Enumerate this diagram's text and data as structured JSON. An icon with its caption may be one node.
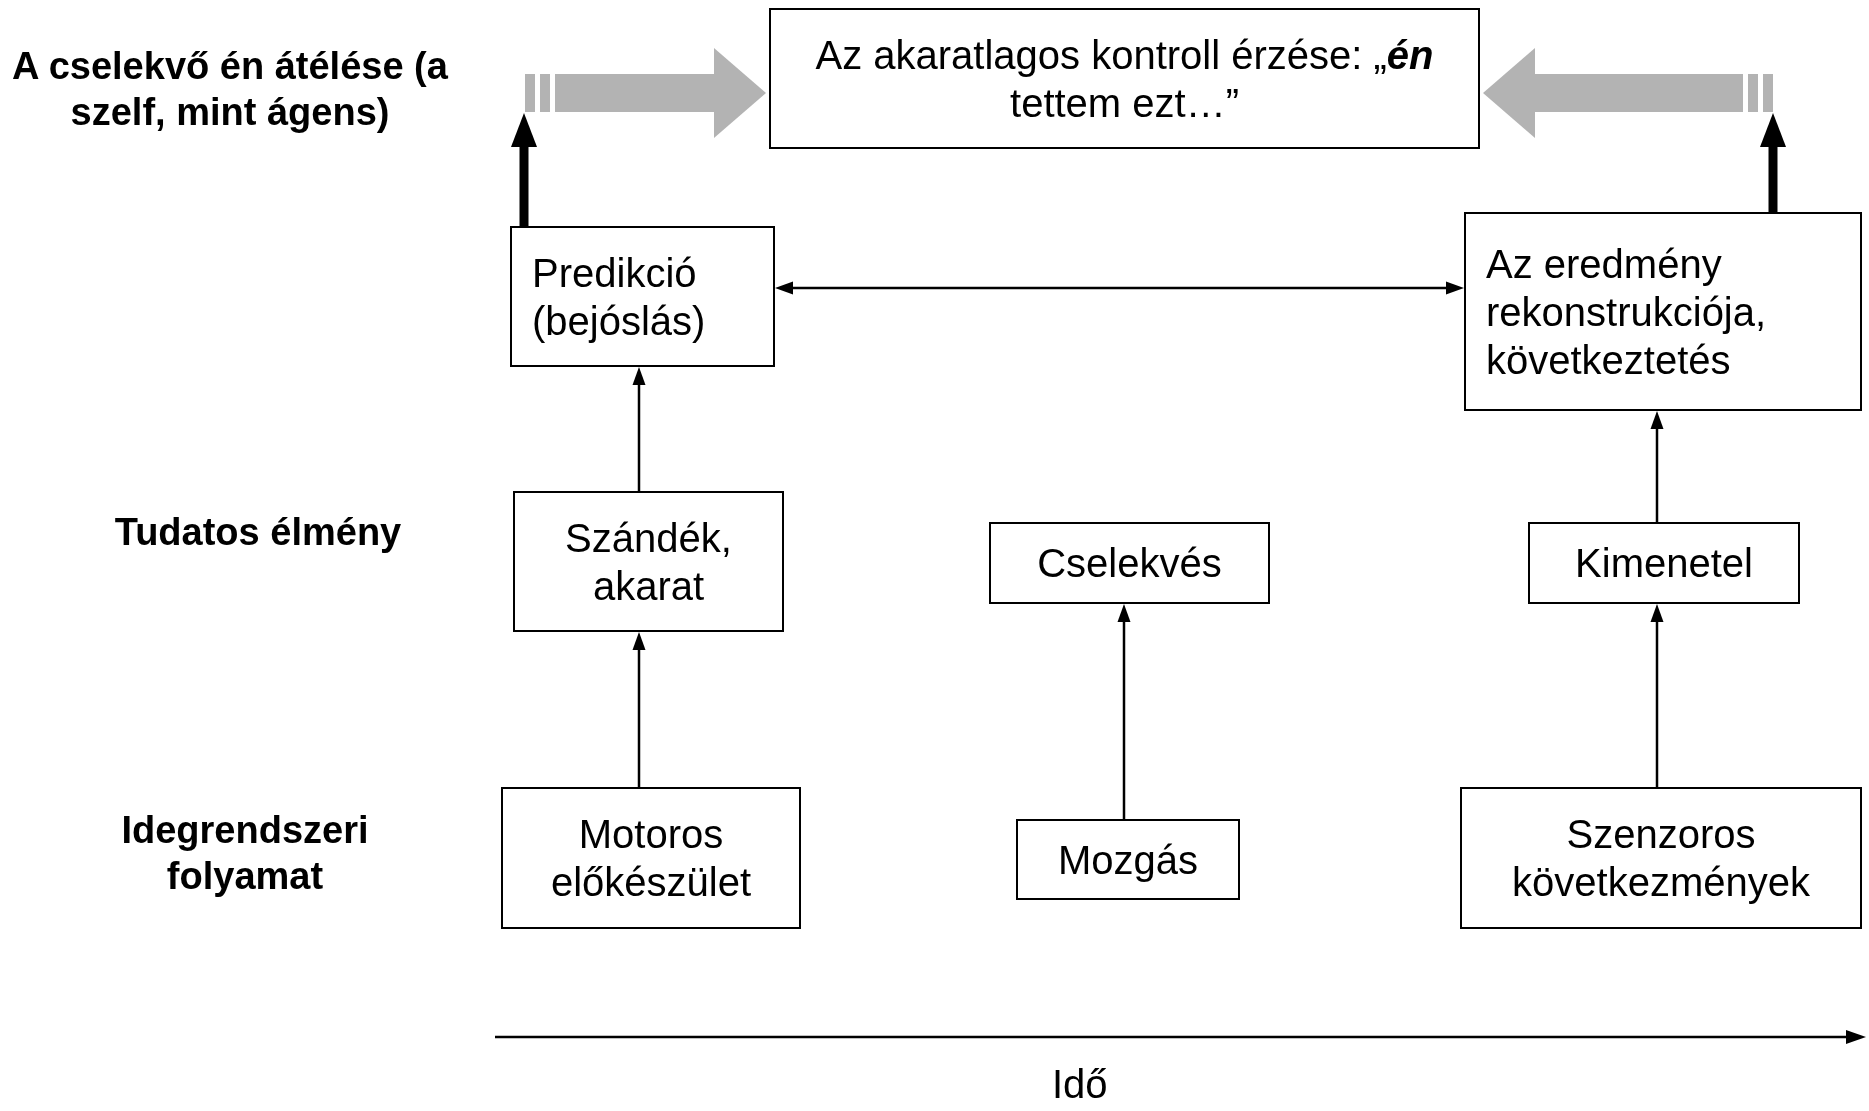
{
  "diagram": {
    "nodes": [
      {
        "text": [
          "Az akaratlagos kontroll érzése: „**én** tettem ezt…”"
        ]
      },
      {
        "text": [
          "Predikció (bejóslás)"
        ]
      },
      {
        "text": [
          "Az eredmény rekonstrukciója, következtetés"
        ]
      },
      {
        "text": [
          "Szándék, akarat"
        ]
      },
      {
        "text": [
          "Cselekvés"
        ]
      },
      {
        "text": [
          "Kimenetel"
        ]
      },
      {
        "text": [
          "Motoros előkészület"
        ]
      },
      {
        "text": [
          "Mozgás"
        ]
      },
      {
        "text": [
          "Szenzoros következmények"
        ]
      }
    ],
    "edges": [
      {
        "from": 6,
        "to": 3,
        "arrow": "to"
      },
      {
        "from": 3,
        "to": 1,
        "arrow": "to"
      },
      {
        "from": 7,
        "to": 4,
        "arrow": "to"
      },
      {
        "from": 8,
        "to": 5,
        "arrow": "to"
      },
      {
        "from": 5,
        "to": 2,
        "arrow": "to"
      },
      {
        "from": 1,
        "to": 2,
        "arrow": "both"
      },
      {
        "from": 1,
        "to": null,
        "arrow": "to",
        "style": "thick"
      },
      {
        "from": null,
        "to": 0,
        "arrow": "to",
        "style": "thick",
        "color": "#b3b3b3"
      },
      {
        "from": 2,
        "to": null,
        "arrow": "to",
        "style": "thick"
      },
      {
        "from": null,
        "to": 0,
        "arrow": "to",
        "style": "thick",
        "color": "#b3b3b3"
      }
    ],
    "labels": [
      "A cselekvő én átélése (a szelf, mint ágens)",
      "Tudatos élmény",
      "Idegrendszeri folyamat",
      "Idő"
    ]
  }
}
